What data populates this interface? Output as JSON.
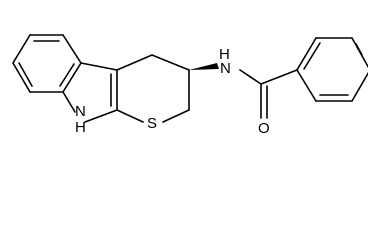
{
  "diagram": {
    "type": "chemical-structure",
    "atom_labels": {
      "nh_amide": "N",
      "h_amide": "H",
      "nh_indole": "N",
      "h_indole": "H",
      "sulfur": "S",
      "oxygen": "O"
    },
    "colors": {
      "line": "#000000",
      "background": "#ffffff"
    }
  }
}
